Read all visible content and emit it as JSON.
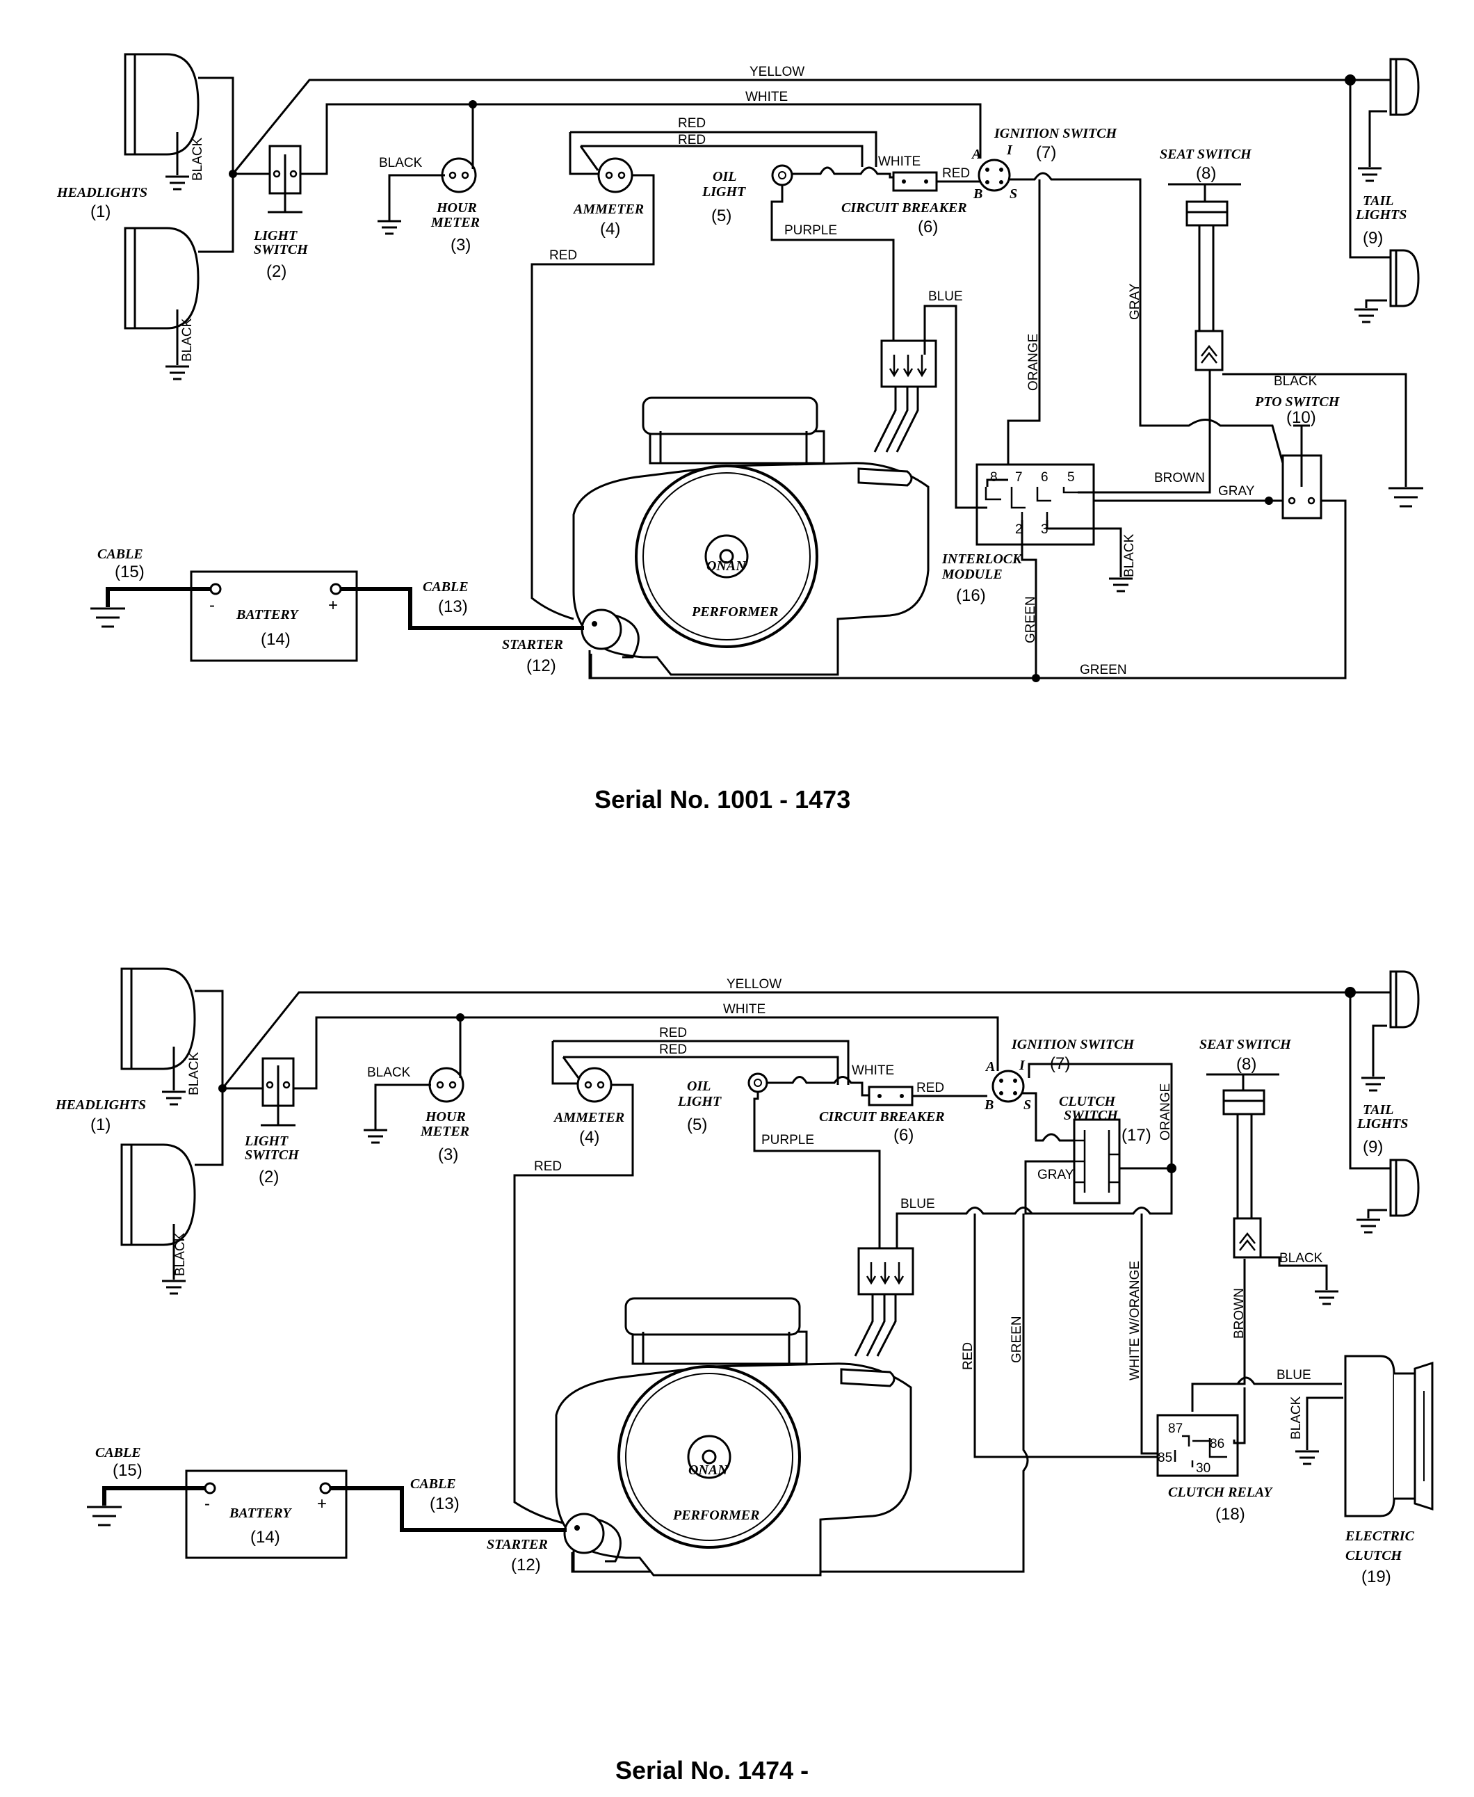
{
  "diagram_top": {
    "serial": "Serial No. 1001 - 1473",
    "wires": {
      "yellow": "YELLOW",
      "white": "WHITE",
      "red1": "RED",
      "red2": "RED",
      "red3": "RED",
      "red_cb": "RED",
      "white_cb": "WHITE",
      "purple": "PURPLE",
      "blue": "BLUE",
      "orange": "ORANGE",
      "gray1": "GRAY",
      "gray2": "GRAY",
      "black_pto": "BLACK",
      "brown": "BROWN",
      "black_mod": "BLACK",
      "green1": "GREEN",
      "green2": "GREEN",
      "black_h1": "BLACK",
      "black_h2": "BLACK",
      "black_hm": "BLACK"
    },
    "components": {
      "headlights": "HEADLIGHTS",
      "headlights_n": "(1)",
      "light_switch_1": "LIGHT",
      "light_switch_2": "SWITCH",
      "light_switch_n": "(2)",
      "hour_meter_1": "HOUR",
      "hour_meter_2": "METER",
      "hour_meter_n": "(3)",
      "ammeter": "AMMETER",
      "ammeter_n": "(4)",
      "oil_light_1": "OIL",
      "oil_light_2": "LIGHT",
      "oil_light_n": "(5)",
      "circuit_breaker": "CIRCUIT BREAKER",
      "circuit_breaker_n": "(6)",
      "ignition_switch": "IGNITION SWITCH",
      "ignition_switch_n": "(7)",
      "seat_switch": "SEAT SWITCH",
      "seat_switch_n": "(8)",
      "tail_lights_1": "TAIL",
      "tail_lights_2": "LIGHTS",
      "tail_lights_n": "(9)",
      "pto_switch": "PTO SWITCH",
      "pto_switch_n": "(10)",
      "starter": "STARTER",
      "starter_n": "(12)",
      "cable13": "CABLE",
      "cable13_n": "(13)",
      "battery": "BATTERY",
      "battery_n": "(14)",
      "cable15": "CABLE",
      "cable15_n": "(15)",
      "interlock_1": "INTERLOCK",
      "interlock_2": "MODULE",
      "interlock_n": "(16)",
      "engine_1": "ONAN",
      "engine_2": "PERFORMER"
    },
    "terminals": {
      "a": "A",
      "i": "I",
      "b": "B",
      "s": "S",
      "t8": "8",
      "t7": "7",
      "t6": "6",
      "t5": "5",
      "t2": "2",
      "t3": "3",
      "minus": "-",
      "plus": "+"
    }
  },
  "diagram_bottom": {
    "serial": "Serial No. 1474 -",
    "wires": {
      "yellow": "YELLOW",
      "white": "WHITE",
      "red1": "RED",
      "red2": "RED",
      "red3": "RED",
      "red_cb": "RED",
      "white_cb": "WHITE",
      "purple": "PURPLE",
      "blue": "BLUE",
      "gray": "GRAY",
      "orange": "ORANGE",
      "white_orange": "WHITE W/ORANGE",
      "red_v": "RED",
      "green_v": "GREEN",
      "brown": "BROWN",
      "black_seat": "BLACK",
      "blue_clutch": "BLUE",
      "black_clutch": "BLACK",
      "black_h1": "BLACK",
      "black_h2": "BLACK",
      "black_hm": "BLACK"
    },
    "components": {
      "headlights": "HEADLIGHTS",
      "headlights_n": "(1)",
      "light_switch_1": "LIGHT",
      "light_switch_2": "SWITCH",
      "light_switch_n": "(2)",
      "hour_meter_1": "HOUR",
      "hour_meter_2": "METER",
      "hour_meter_n": "(3)",
      "ammeter": "AMMETER",
      "ammeter_n": "(4)",
      "oil_light_1": "OIL",
      "oil_light_2": "LIGHT",
      "oil_light_n": "(5)",
      "circuit_breaker": "CIRCUIT BREAKER",
      "circuit_breaker_n": "(6)",
      "ignition_switch": "IGNITION SWITCH",
      "ignition_switch_n": "(7)",
      "seat_switch": "SEAT SWITCH",
      "seat_switch_n": "(8)",
      "tail_lights_1": "TAIL",
      "tail_lights_2": "LIGHTS",
      "tail_lights_n": "(9)",
      "starter": "STARTER",
      "starter_n": "(12)",
      "cable13": "CABLE",
      "cable13_n": "(13)",
      "battery": "BATTERY",
      "battery_n": "(14)",
      "cable15": "CABLE",
      "cable15_n": "(15)",
      "clutch_switch_1": "CLUTCH",
      "clutch_switch_2": "SWITCH",
      "clutch_switch_n": "(17)",
      "clutch_relay": "CLUTCH RELAY",
      "clutch_relay_n": "(18)",
      "electric_clutch_1": "ELECTRIC",
      "electric_clutch_2": "CLUTCH",
      "electric_clutch_n": "(19)",
      "engine_1": "ONAN",
      "engine_2": "PERFORMER"
    },
    "terminals": {
      "a": "A",
      "i": "I",
      "b": "B",
      "s": "S",
      "t87": "87",
      "t86": "86",
      "t85": "85",
      "t30": "30",
      "minus": "-",
      "plus": "+"
    }
  }
}
